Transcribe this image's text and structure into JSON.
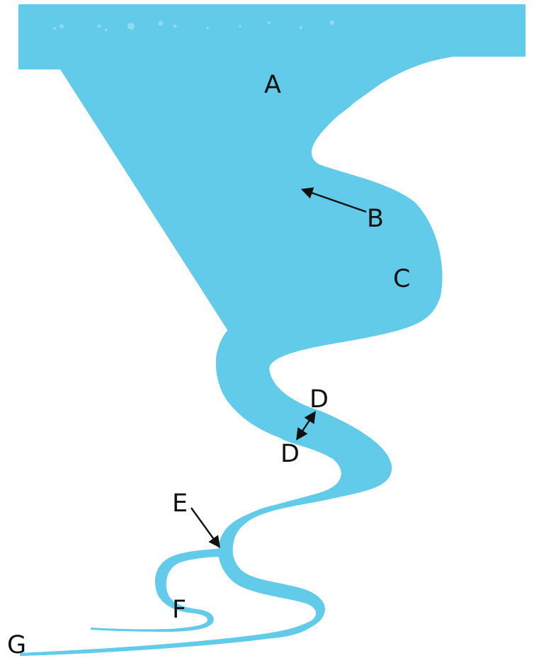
{
  "diagram": {
    "colors": {
      "water": "#62cbe9",
      "bubble": "#8fdaf0",
      "label": "#111111",
      "background": "#ffffff"
    },
    "labels": {
      "a": "A",
      "b": "B",
      "c": "C",
      "d_upper": "D",
      "d_lower": "D",
      "e": "E",
      "f": "F",
      "g": "G"
    }
  }
}
